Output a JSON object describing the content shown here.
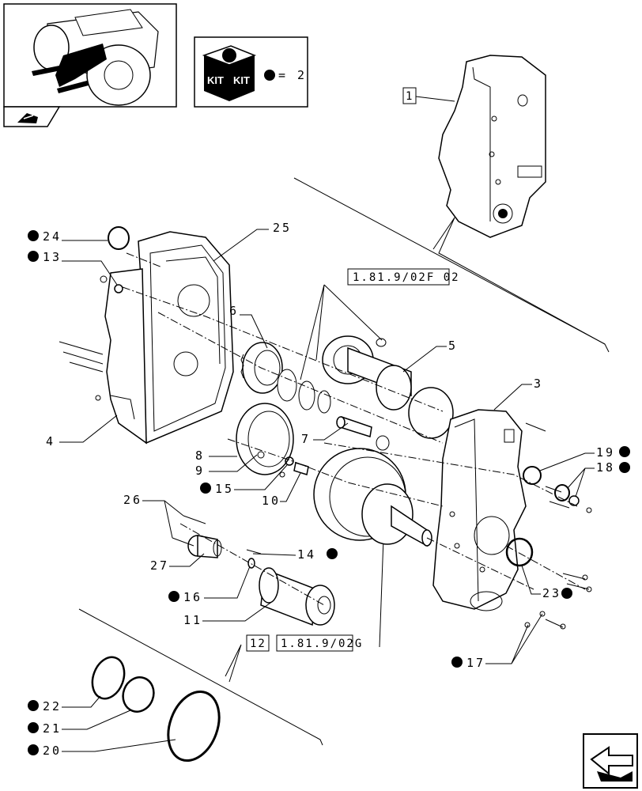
{
  "kit_box": {
    "kit_label": "KIT",
    "kit_equals": "= 2"
  },
  "references": [
    {
      "id": "ref-1",
      "text": "1"
    },
    {
      "id": "ref-1819-02f02",
      "text": "1.81.9/02F 02"
    },
    {
      "id": "ref-12",
      "text": "12"
    },
    {
      "id": "ref-1819-02g",
      "text": "1.81.9/02G"
    }
  ],
  "callouts": [
    {
      "id": "c24",
      "text": "24",
      "kit": true
    },
    {
      "id": "c13",
      "text": "13",
      "kit": true
    },
    {
      "id": "c25",
      "text": "25",
      "kit": false
    },
    {
      "id": "c6",
      "text": "6",
      "kit": false
    },
    {
      "id": "c5",
      "text": "5",
      "kit": false
    },
    {
      "id": "c3",
      "text": "3",
      "kit": false
    },
    {
      "id": "c4",
      "text": "4",
      "kit": false
    },
    {
      "id": "c7",
      "text": "7",
      "kit": false
    },
    {
      "id": "c8",
      "text": "8",
      "kit": false
    },
    {
      "id": "c9",
      "text": "9",
      "kit": false
    },
    {
      "id": "c15",
      "text": "15",
      "kit": true
    },
    {
      "id": "c10",
      "text": "10",
      "kit": false
    },
    {
      "id": "c19",
      "text": "19",
      "kit": true
    },
    {
      "id": "c18",
      "text": "18",
      "kit": true
    },
    {
      "id": "c26",
      "text": "26",
      "kit": false
    },
    {
      "id": "c27",
      "text": "27",
      "kit": false
    },
    {
      "id": "c14",
      "text": "14",
      "kit": true
    },
    {
      "id": "c16",
      "text": "16",
      "kit": true
    },
    {
      "id": "c11",
      "text": "11",
      "kit": false
    },
    {
      "id": "c23",
      "text": "23",
      "kit": true
    },
    {
      "id": "c17",
      "text": "17",
      "kit": true
    },
    {
      "id": "c22",
      "text": "22",
      "kit": true
    },
    {
      "id": "c21",
      "text": "21",
      "kit": true
    },
    {
      "id": "c20",
      "text": "20",
      "kit": true
    }
  ],
  "icons": {
    "thumbnail": "tractor-thumbnail-icon",
    "kit": "kit-box-icon",
    "nav_prev": "previous-page-arrow-icon",
    "nav_next": "next-page-arrow-icon"
  }
}
